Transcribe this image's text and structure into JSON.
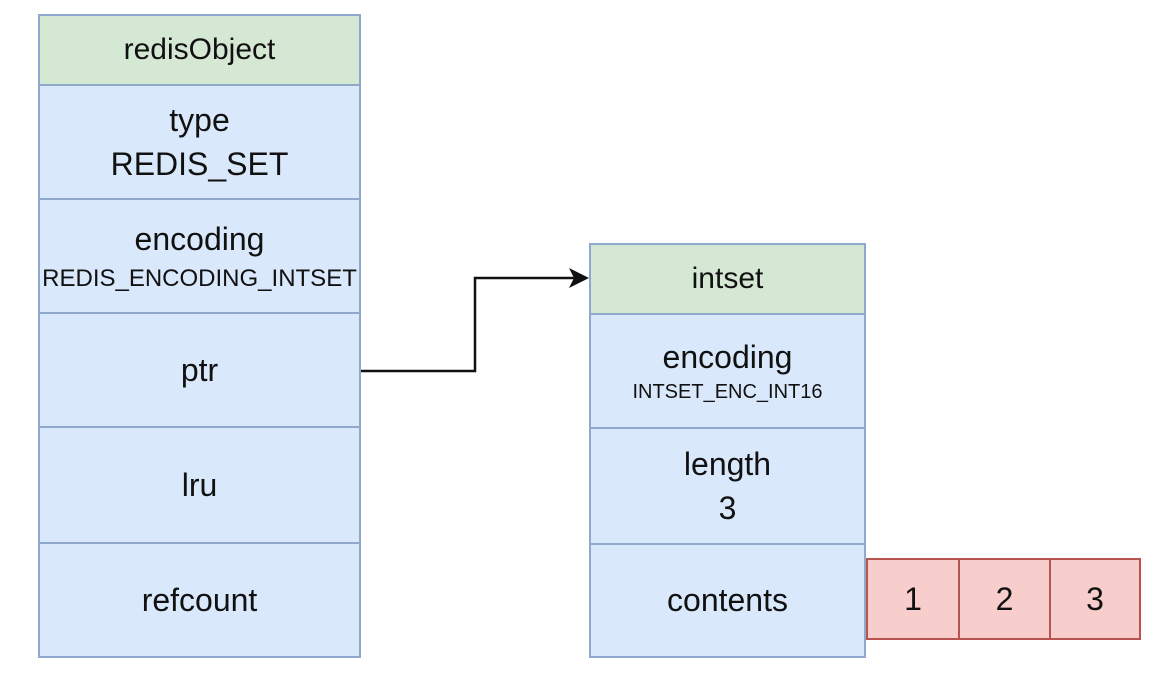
{
  "redis_object": {
    "title": "redisObject",
    "type_label": "type",
    "type_value": "REDIS_SET",
    "encoding_label": "encoding",
    "encoding_value": "REDIS_ENCODING_INTSET",
    "ptr_label": "ptr",
    "lru_label": "lru",
    "refcount_label": "refcount"
  },
  "intset": {
    "title": "intset",
    "encoding_label": "encoding",
    "encoding_value": "INTSET_ENC_INT16",
    "length_label": "length",
    "length_value": "3",
    "contents_label": "contents"
  },
  "contents_array": [
    "1",
    "2",
    "3"
  ],
  "colors": {
    "header_fill": "#d5e8d4",
    "field_fill": "#dae8fc",
    "border": "#8fa8cc",
    "content_fill": "#f8cecc",
    "content_border": "#b85450",
    "arrow": "#111111"
  }
}
